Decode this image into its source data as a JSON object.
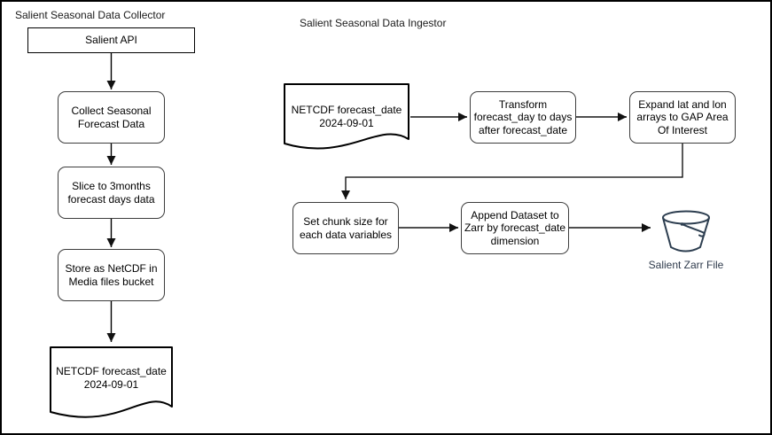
{
  "colors": {
    "node_border": "#3d3d3d",
    "line_black": "#000000",
    "arrow_gray": "#4f4f4f",
    "bucket": "#2d3e50"
  },
  "icons": {
    "bucket": "bucket-icon"
  },
  "collector": {
    "title": "Salient Seasonal Data Collector",
    "api": "Salient API",
    "collect": "Collect Seasonal\nForecast Data",
    "slice": "Slice to 3months\nforecast days data",
    "store": "Store as NetCDF in\nMedia files bucket",
    "netcdf_doc": "NETCDF forecast_date\n2024-09-01"
  },
  "ingestor": {
    "title": "Salient Seasonal Data Ingestor",
    "netcdf_doc": "NETCDF forecast_date\n2024-09-01",
    "transform": "Transform\nforecast_day to days\nafter forecast_date",
    "expand": "Expand lat and lon\narrays to GAP Area\nOf Interest",
    "set_chunk": "Set chunk size for\neach data variables",
    "append": "Append Dataset to\nZarr by forecast_date\ndimension",
    "bucket_label": "Salient Zarr File"
  }
}
